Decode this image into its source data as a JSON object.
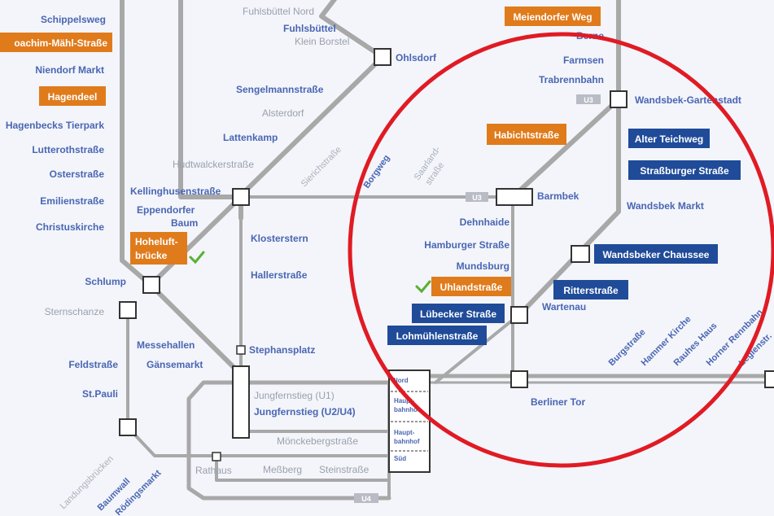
{
  "colors": {
    "background": "#f3f5fa",
    "line": "#a8a8a8",
    "orange_label": "#e07b1c",
    "blue_label": "#1f4b99",
    "label_text": "#4a66b3",
    "grey_text": "#9aa0ad",
    "circle": "#e01b24",
    "check": "#5ab031"
  },
  "stations": {
    "schippelsweg": "Schippelsweg",
    "joachim": "oachim-Mähl-Straße",
    "niendorf_markt": "Niendorf Markt",
    "hagendeel": "Hagendeel",
    "hagenbecks": "Hagenbecks Tierpark",
    "lutteroth": "Lutterothstraße",
    "oster": "Osterstraße",
    "emilien": "Emilienstraße",
    "christus": "Christuskirche",
    "schlump": "Schlump",
    "sternschanze": "Sternschanze",
    "feldstrasse": "Feldstraße",
    "st_pauli": "St.Pauli",
    "fuhlsbuettel_nord": "Fuhlsbüttel Nord",
    "fuhlsbuettel": "Fuhlsbüttel",
    "klein_borstel": "Klein Borstel",
    "ohlsdorf": "Ohlsdorf",
    "sengelmann": "Sengelmannstraße",
    "alsterdorf": "Alsterdorf",
    "lattenkamp": "Lattenkamp",
    "hudtwalcker": "Hudtwalckerstraße",
    "kellinghusen": "Kellinghusenstraße",
    "eppendorfer_1": "Eppendorfer",
    "eppendorfer_2": "Baum",
    "hoheluft_1": "Hoheluft-",
    "hoheluft_2": "brücke",
    "klosterstern": "Klosterstern",
    "haller": "Hallerstraße",
    "messehallen": "Messehallen",
    "gaensemarkt": "Gänsemarkt",
    "stephansplatz": "Stephansplatz",
    "jungfernstieg_u1": "Jungfernstieg (U1)",
    "jungfernstieg_u2": "Jungfernstieg (U2/U4)",
    "moencke": "Mönckebergstraße",
    "rathaus": "Rathaus",
    "messberg": "Meßberg",
    "stein": "Steinstraße",
    "landungsbruecken": "Landungsbrücken",
    "baumwall": "Baumwall",
    "roedingsmarkt": "Rödingsmarkt",
    "meiendorfer": "Meiendorfer Weg",
    "berne": "Berne",
    "farmsen": "Farmsen",
    "trabrennbahn": "Trabrennbahn",
    "wandsbek_gartenstadt": "Wandsbek-Gartenstadt",
    "habicht": "Habichtstraße",
    "alter_teichweg": "Alter Teichweg",
    "strassburger": "Straßburger Straße",
    "wandsbek_markt": "Wandsbek Markt",
    "wandsbeker_chaussee": "Wandsbeker Chaussee",
    "barmbek": "Barmbek",
    "borgweg": "Borgweg",
    "saarland_1": "Saarland-",
    "saarland_2": "straße",
    "sierich": "Sierichstraße",
    "dehnhaide": "Dehnhaide",
    "hamburger": "Hamburger Straße",
    "mundsburg": "Mundsburg",
    "uhland": "Uhlandstraße",
    "luebecker": "Lübecker Straße",
    "lohmuehlen": "Lohmühlenstraße",
    "ritter": "Ritterstraße",
    "wartenau": "Wartenau",
    "berliner_tor": "Berliner Tor",
    "burgstrasse": "Burgstraße",
    "hammer_kirche": "Hammer Kirche",
    "rauhes_haus": "Rauhes Haus",
    "horner_rennbahn": "Horner Rennbahn",
    "legien": "Legienstr.",
    "hbf_nord": "Nord",
    "hbf_1a": "Haupt-",
    "hbf_1b": "bahnhof",
    "hbf_2a": "Haupt-",
    "hbf_2b": "bahnhof",
    "hbf_sued": "Süd"
  },
  "badges": {
    "u3_a": "U3",
    "u3_b": "U3",
    "u4": "U4"
  }
}
